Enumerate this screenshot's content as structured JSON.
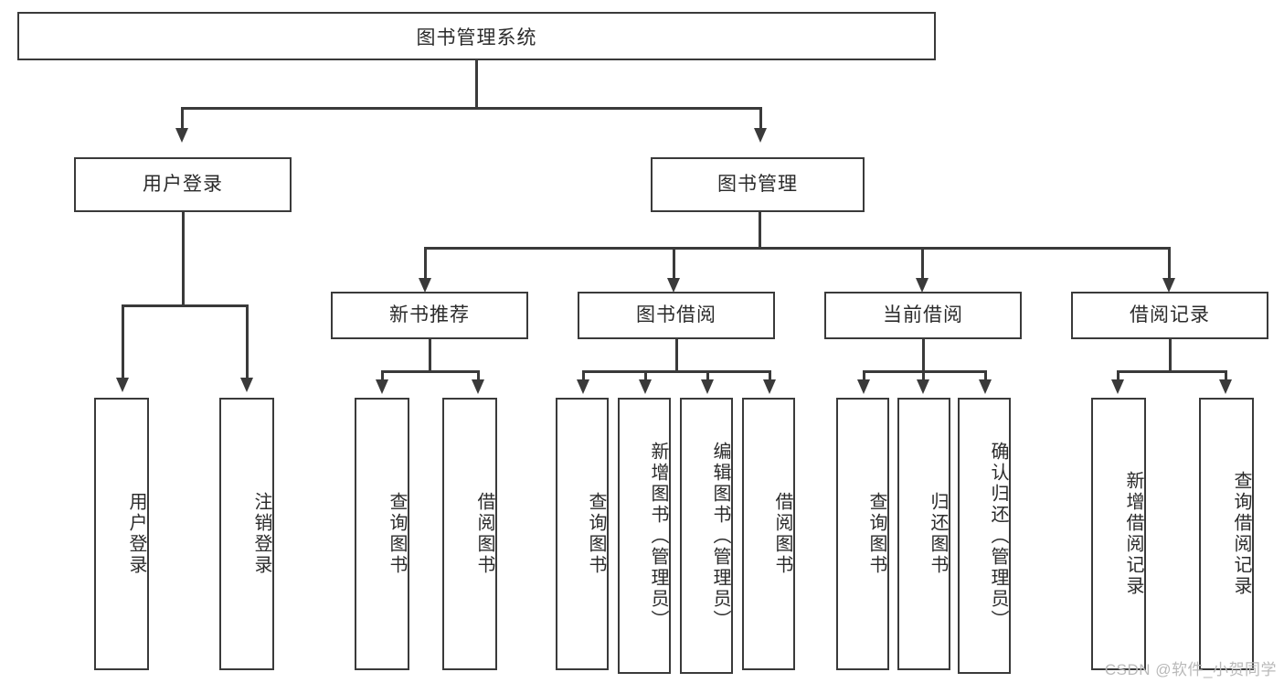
{
  "diagram": {
    "type": "tree-hierarchy",
    "title": "图书管理系统",
    "root": {
      "label": "图书管理系统"
    },
    "level1": [
      {
        "id": "user-login",
        "label": "用户登录"
      },
      {
        "id": "book-management",
        "label": "图书管理"
      }
    ],
    "level2": [
      {
        "id": "new-book-recommend",
        "label": "新书推荐",
        "parent": "book-management"
      },
      {
        "id": "book-borrow",
        "label": "图书借阅",
        "parent": "book-management"
      },
      {
        "id": "current-borrow",
        "label": "当前借阅",
        "parent": "book-management"
      },
      {
        "id": "borrow-record",
        "label": "借阅记录",
        "parent": "book-management"
      }
    ],
    "leaves": {
      "user-login": [
        {
          "id": "leaf-user-login",
          "label": "用户登录"
        },
        {
          "id": "leaf-logout",
          "label": "注销登录"
        }
      ],
      "new-book-recommend": [
        {
          "id": "leaf-query-book-1",
          "label": "查询图书"
        },
        {
          "id": "leaf-borrow-book-1",
          "label": "借阅图书"
        }
      ],
      "book-borrow": [
        {
          "id": "leaf-query-book-2",
          "label": "查询图书"
        },
        {
          "id": "leaf-add-book",
          "label": "新增图书（管理员）"
        },
        {
          "id": "leaf-edit-book",
          "label": "编辑图书（管理员）"
        },
        {
          "id": "leaf-borrow-book-2",
          "label": "借阅图书"
        }
      ],
      "current-borrow": [
        {
          "id": "leaf-query-book-3",
          "label": "查询图书"
        },
        {
          "id": "leaf-return-book",
          "label": "归还图书"
        },
        {
          "id": "leaf-confirm-return",
          "label": "确认归还（管理员）"
        }
      ],
      "borrow-record": [
        {
          "id": "leaf-add-record",
          "label": "新增借阅记录"
        },
        {
          "id": "leaf-query-record",
          "label": "查询借阅记录"
        }
      ]
    }
  },
  "watermark": {
    "text": "CSDN @软件_小贺同学"
  },
  "colors": {
    "stroke": "#3a3a3a",
    "text": "#2b2b2b",
    "background": "#ffffff",
    "watermark": "#b9b9b9"
  }
}
